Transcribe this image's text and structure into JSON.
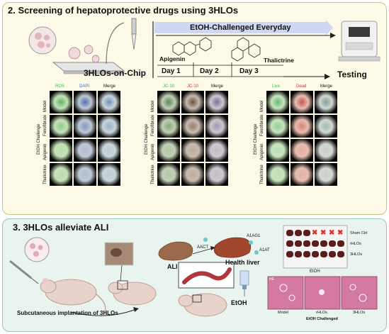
{
  "panel2": {
    "title": "2. Screening of hepatoprotective drugs using 3HLOs",
    "chip_label": "3HLOs-on-Chip",
    "timeline_label": "EtOH-Challenged Everyday",
    "days": [
      "Day 1",
      "Day 2",
      "Day 3"
    ],
    "drugs": [
      "Apigenin",
      "Thalictrine"
    ],
    "testing_label": "Testing",
    "groups": [
      {
        "columns": [
          "ROS",
          "DAPI",
          "Merge"
        ],
        "column_colors": [
          "#3ab54a",
          "#2c6fd6",
          "#111111"
        ]
      },
      {
        "columns": [
          "JC-10",
          "JC-10",
          "Merge"
        ],
        "column_colors": [
          "#3ab54a",
          "#d42a2a",
          "#111111"
        ]
      },
      {
        "columns": [
          "Live",
          "Dead",
          "Merge"
        ],
        "column_colors": [
          "#3ab54a",
          "#d42a2a",
          "#111111"
        ]
      }
    ],
    "rows": [
      "Model",
      "Fenofibrate",
      "Apigenin",
      "Thalictrine"
    ],
    "side_label": "EtOH Challenge"
  },
  "panel3": {
    "title": "3. 3HLOs alleviate ALI",
    "implant_label": "Subcutaneous implantation of 3HLOs",
    "ali_label": "ALI",
    "health_label": "Health liver",
    "etoh_label": "EtOH",
    "proteins": [
      "AACT",
      "A1AG1",
      "A1AT"
    ],
    "liver_rows": [
      "Sham Ctrl",
      "rHLOs",
      "3HLOs"
    ],
    "liver_caption": "EtOH",
    "histo_tag": "HE",
    "histo_labels": [
      "Model",
      "rHLOs",
      "3HLOs"
    ],
    "histo_caption": "EtOH Challenged"
  },
  "colors": {
    "panel2_bg": "#fdfbe8",
    "panel3_bg": "#e9f4ef",
    "arrow": "#1a1a1a",
    "histology": "#d47aa0"
  }
}
